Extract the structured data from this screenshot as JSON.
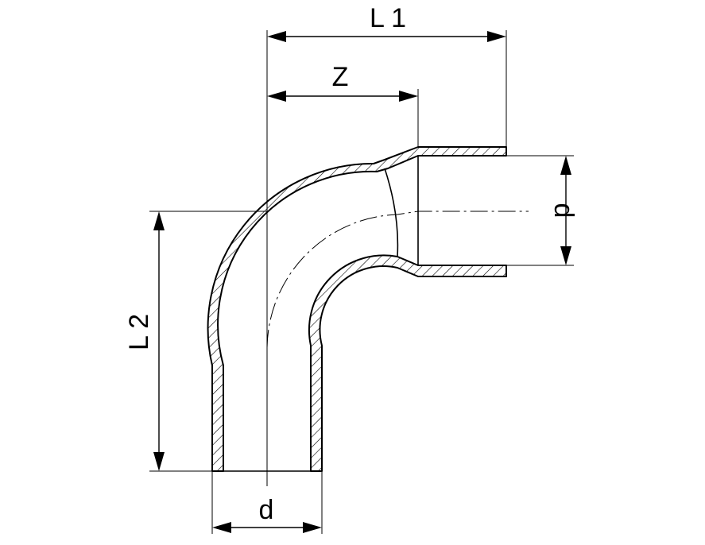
{
  "dimensions": {
    "l1": "L 1",
    "z": "Z",
    "l2": "L 2",
    "d_right": "d",
    "d_bottom": "d"
  }
}
